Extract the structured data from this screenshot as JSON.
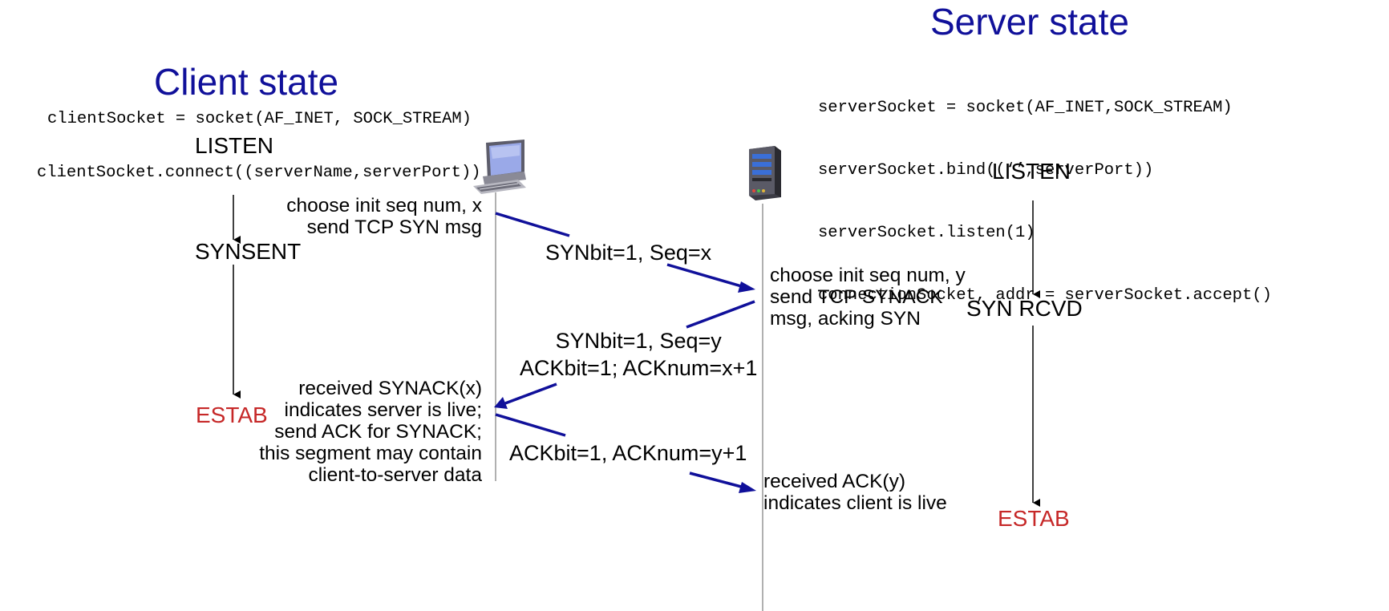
{
  "client": {
    "heading": "Client state",
    "code": "clientSocket = socket(AF_INET, SOCK_STREAM)",
    "connect_code": "clientSocket.connect((serverName,serverPort))",
    "states": {
      "listen": "LISTEN",
      "synsent": "SYNSENT",
      "estab": "ESTAB"
    }
  },
  "server": {
    "heading": "Server state",
    "code_lines": [
      "serverSocket = socket(AF_INET,SOCK_STREAM)",
      "serverSocket.bind((‘’,serverPort))",
      "serverSocket.listen(1)",
      "connectionSocket, addr = serverSocket.accept()"
    ],
    "states": {
      "listen": "LISTEN",
      "synrcvd": "SYN RCVD",
      "estab": "ESTAB"
    }
  },
  "notes": {
    "client_init": "choose init seq num, x\nsend TCP SYN msg",
    "server_init": "choose init seq num, y\nsend TCP SYNACK\nmsg, acking SYN",
    "client_received": "received SYNACK(x)\nindicates server is live;\nsend ACK for SYNACK;\nthis segment may contain\nclient-to-server data",
    "server_received": "received ACK(y)\nindicates client is live"
  },
  "messages": {
    "syn": "SYNbit=1, Seq=x",
    "synack": "SYNbit=1, Seq=y\nACKbit=1; ACKnum=x+1",
    "ack": "ACKbit=1, ACKnum=y+1"
  },
  "colors": {
    "heading": "#10109a",
    "arrow": "#10109a",
    "estab": "#c62828",
    "timeline": "#b0b0b0"
  },
  "icons": {
    "client": "desktop-computer-icon",
    "server": "server-tower-icon"
  }
}
